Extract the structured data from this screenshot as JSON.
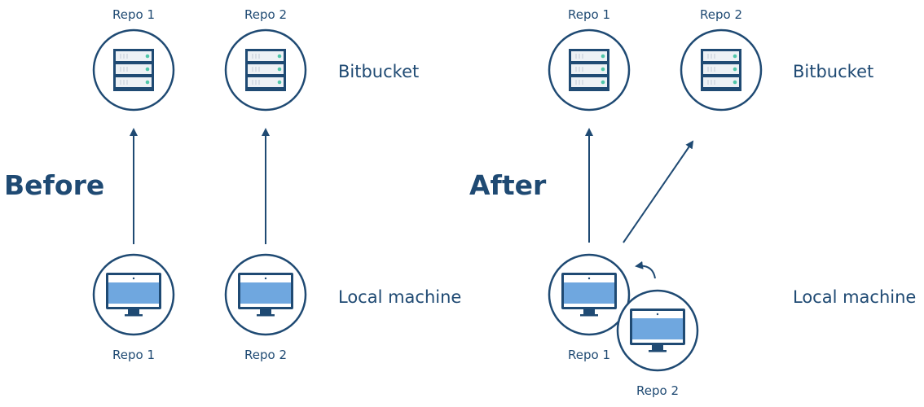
{
  "colors": {
    "navy": "#1f4a73",
    "server_bar": "#edf1f5",
    "server_led": "#4fc6a9",
    "screen_blue": "#6fa7df",
    "white": "#ffffff"
  },
  "icons": {
    "server": "server-icon",
    "computer": "computer-icon",
    "arrow": "arrow-up-icon",
    "curved_arrow": "curved-arrow-icon"
  },
  "before": {
    "title": "Before",
    "remote_label": "Bitbucket",
    "local_label": "Local machine",
    "remote_repos": [
      "Repo 1",
      "Repo 2"
    ],
    "local_repos": [
      "Repo 1",
      "Repo 2"
    ]
  },
  "after": {
    "title": "After",
    "remote_label": "Bitbucket",
    "local_label": "Local machine",
    "remote_repos": [
      "Repo 1",
      "Repo 2"
    ],
    "local_repos": [
      "Repo 1",
      "Repo 2"
    ]
  }
}
